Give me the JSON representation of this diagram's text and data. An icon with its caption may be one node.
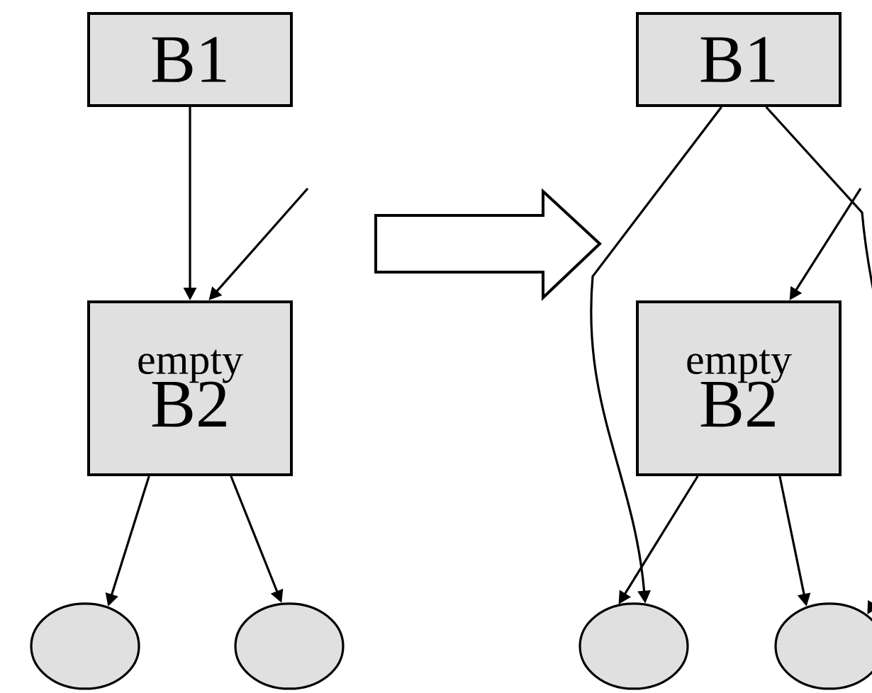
{
  "diagram": {
    "nodes": [
      {
        "text": [
          "B1"
        ]
      },
      {
        "text": [
          "empty",
          "B2"
        ]
      },
      {
        "text": [],
        "shape": "circle"
      },
      {
        "text": [],
        "shape": "circle"
      },
      {
        "text": [
          "B1"
        ]
      },
      {
        "text": [
          "empty",
          "B2"
        ]
      },
      {
        "text": [],
        "shape": "circle"
      },
      {
        "text": [],
        "shape": "circle"
      }
    ],
    "edges": [
      {
        "from": 0,
        "to": 1,
        "arrow": "to"
      },
      {
        "from": null,
        "to": 1,
        "arrow": "to"
      },
      {
        "from": 1,
        "to": 2,
        "arrow": "to"
      },
      {
        "from": 1,
        "to": 3,
        "arrow": "to"
      },
      {
        "from": 4,
        "to": 6,
        "arrow": "to"
      },
      {
        "from": 4,
        "to": 7,
        "arrow": "to"
      },
      {
        "from": null,
        "to": 5,
        "arrow": "to"
      },
      {
        "from": 5,
        "to": 6,
        "arrow": "to"
      },
      {
        "from": 5,
        "to": 7,
        "arrow": "to"
      }
    ]
  }
}
